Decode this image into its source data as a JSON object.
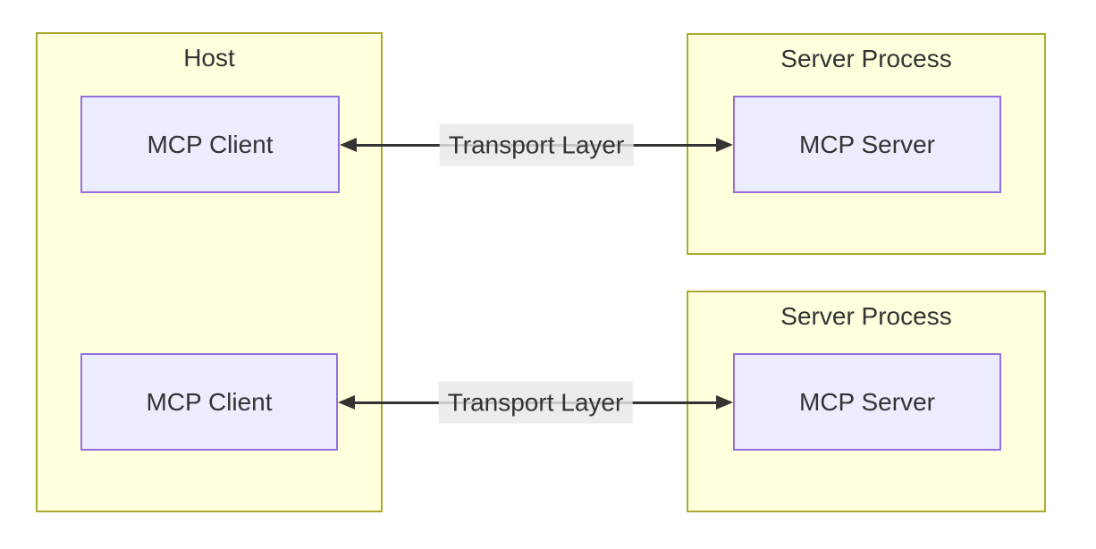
{
  "diagram_type": "flowchart",
  "colors": {
    "cluster_fill": "#ffffde",
    "cluster_border": "#aaaa33",
    "node_fill": "#ececff",
    "node_border": "#9370db",
    "edge_color": "#333333",
    "edge_label_bg": "#e8e8e8",
    "text": "#333333",
    "background": "#ffffff"
  },
  "host": {
    "title": "Host",
    "clients": [
      {
        "label": "MCP Client"
      },
      {
        "label": "MCP Client"
      }
    ]
  },
  "server_processes": [
    {
      "title": "Server Process",
      "server": {
        "label": "MCP Server"
      }
    },
    {
      "title": "Server Process",
      "server": {
        "label": "MCP Server"
      }
    }
  ],
  "edges": [
    {
      "label": "Transport Layer",
      "from": "MCP Client",
      "to": "MCP Server",
      "style": "bidirectional-arrow"
    },
    {
      "label": "Transport Layer",
      "from": "MCP Client",
      "to": "MCP Server",
      "style": "bidirectional-arrow"
    }
  ]
}
